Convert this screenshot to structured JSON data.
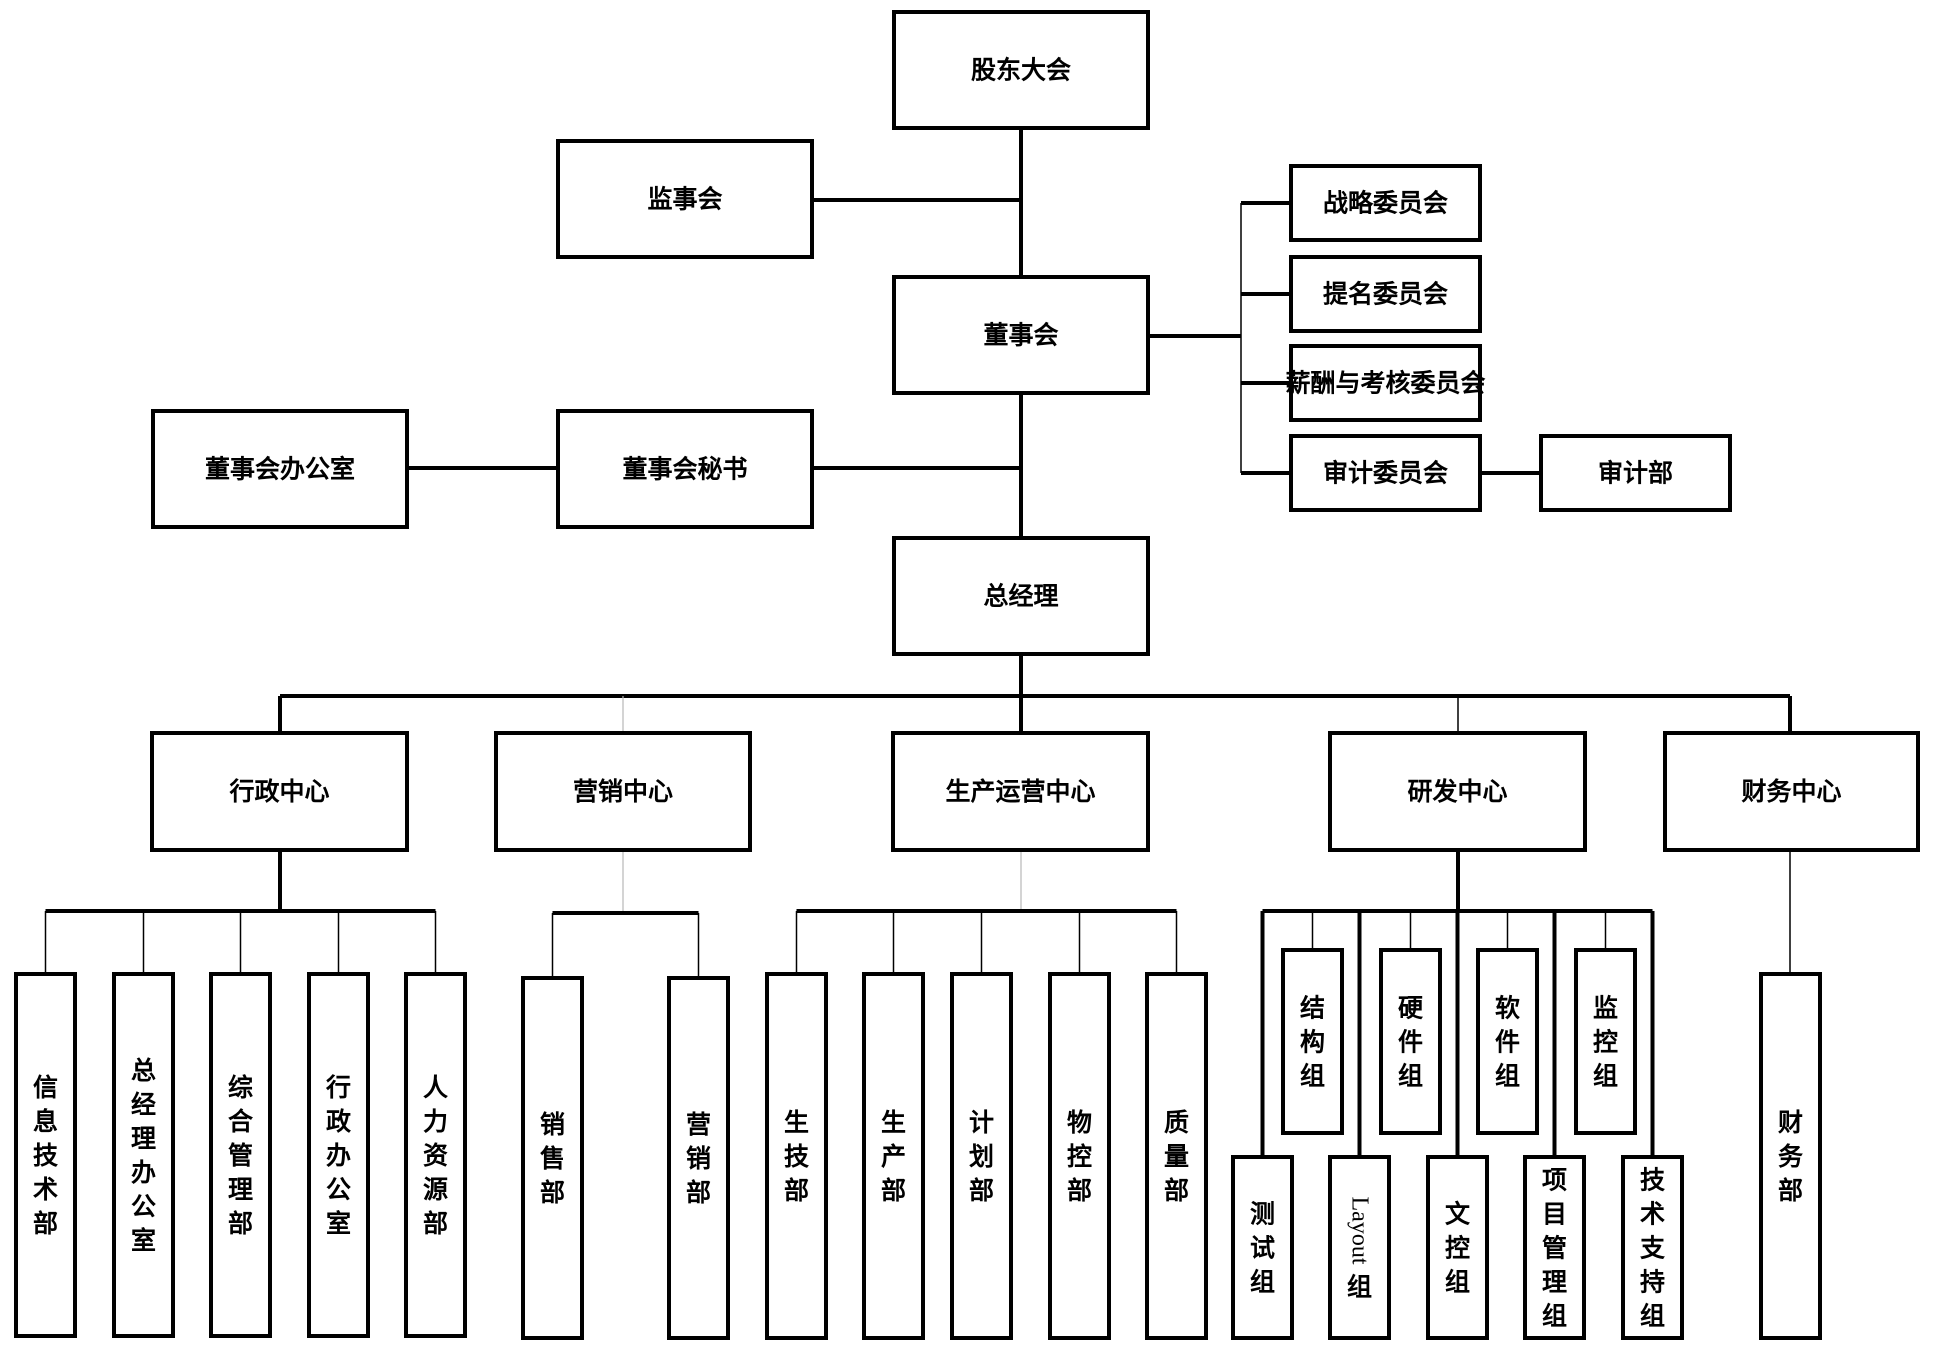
{
  "diagram": {
    "type": "organization-chart",
    "governance": {
      "shareholders_meeting": "股东大会",
      "supervisory_board": "监事会",
      "board_of_directors": "董事会",
      "board_secretary": "董事会秘书",
      "board_office": "董事会办公室",
      "general_manager": "总经理"
    },
    "committees": [
      {
        "label": "战略委员会"
      },
      {
        "label": "提名委员会"
      },
      {
        "label": "薪酬与考核委员会"
      },
      {
        "label": "审计委员会",
        "child": "审计部"
      }
    ],
    "centers": [
      {
        "label": "行政中心",
        "departments": [
          "信息技术部",
          "总经理办公室",
          "综合管理部",
          "行政办公室",
          "人力资源部"
        ]
      },
      {
        "label": "营销中心",
        "departments": [
          "销售部",
          "营销部"
        ]
      },
      {
        "label": "生产运营中心",
        "departments": [
          "生技部",
          "生产部",
          "计划部",
          "物控部",
          "质量部"
        ]
      },
      {
        "label": "研发中心",
        "upper_groups": [
          "结构组",
          "硬件组",
          "软件组",
          "监控组"
        ],
        "lower_groups": [
          "测试组",
          "Layout组",
          "文控组",
          "项目管理组",
          "技术支持组"
        ]
      },
      {
        "label": "财务中心",
        "departments": [
          "财务部"
        ]
      }
    ]
  }
}
